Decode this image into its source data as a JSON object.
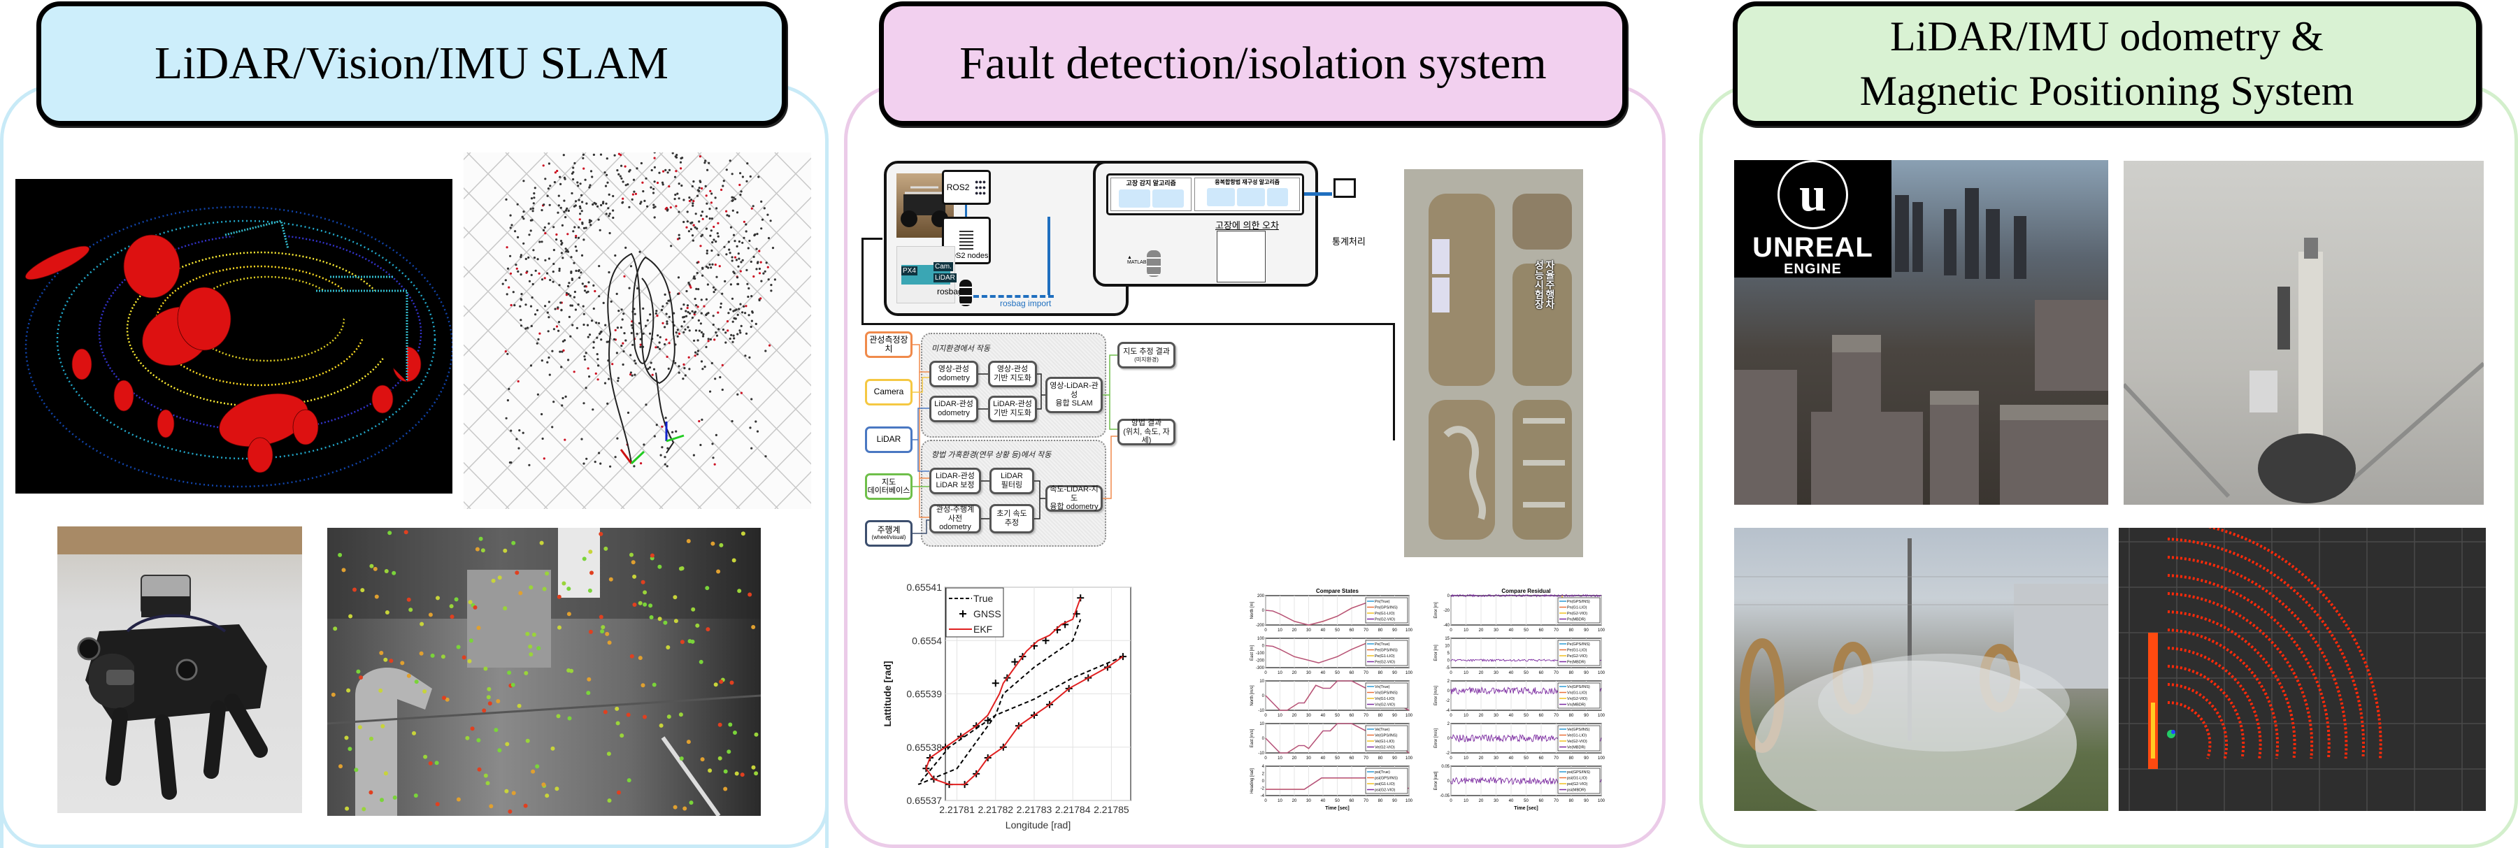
{
  "columns": [
    {
      "id": "slam",
      "title": "LiDAR/Vision/IMU SLAM",
      "header_color": "#cdeefb",
      "border_color": "#c8eaf7",
      "images": [
        {
          "name": "lidar-point-cloud-ellipsoids",
          "description": "LiDAR point cloud with red ellipsoid features"
        },
        {
          "name": "visual-slam-trajectory-map",
          "description": "Sparse feature map with camera trajectory"
        },
        {
          "name": "quadruped-robot-with-lidar",
          "description": "Quadruped robot carrying LiDAR and cameras"
        },
        {
          "name": "visual-feature-tracking",
          "description": "Industrial scene with tracked visual features"
        }
      ]
    },
    {
      "id": "fdi",
      "title": "Fault detection/isolation system",
      "header_color": "#f2d0ef",
      "border_color": "#ebcbe8",
      "pipeline": {
        "ros2_label": "ROS2",
        "ros2_nodes_label": "ROS2 nodes",
        "px4_label": "PX4",
        "cam_label": "Cam.",
        "lidar_label": "LiDAR",
        "rosbag_label": "rosbag",
        "rosbag_import_label": "rosbag import",
        "matlab_label": "MATLAB",
        "fault_detect_title": "고장 감지 알고리즘",
        "fault_detect_items": [
          "",
          ""
        ],
        "reconfig_title": "융복합항법 재구성 알고리즘",
        "reconfig_items": [
          "",
          "",
          ""
        ],
        "fault_error_label": "고장에 의한 오차",
        "stats_label": "통계처리"
      },
      "flowchart": {
        "inputs": [
          {
            "label": "관성측정장치",
            "sub": "",
            "color": "#f08a4b"
          },
          {
            "label": "Camera",
            "sub": "",
            "color": "#f5c842"
          },
          {
            "label": "LiDAR",
            "sub": "",
            "color": "#4a78c2"
          },
          {
            "label": "지도\n데이터베이스",
            "sub": "",
            "color": "#6fbf4a"
          },
          {
            "label": "주행계",
            "sub": "(wheel/visual)",
            "color": "#3d4f6e"
          }
        ],
        "region_known": "미지환경에서 작동",
        "region_degraded": "항법 가혹환경(연무 상황 등)에서 작동",
        "nodes": {
          "vio": "영상-관성\nodometry",
          "vio_map": "영상-관성\n기반 지도화",
          "lio": "LiDAR-관성\nodometry",
          "lio_map": "LiDAR-관성\n기반 지도화",
          "fusion_slam": "영상-LiDAR-관성\n융합 SLAM",
          "lidar_correct": "LiDAR-관성\nLiDAR 보정",
          "lidar_filter": "LiDAR\n필터링",
          "odo_prior": "관성-주행계\n사전 odometry",
          "init_vel": "초기 속도\n추정",
          "fusion_odo": "속도-LiDAR-지도\n융합 odometry"
        },
        "outputs": [
          {
            "label": "지도 추정 결과",
            "sub": "(미지환경)"
          },
          {
            "label": "항법 결과\n(위치, 속도, 자세)",
            "sub": ""
          }
        ]
      },
      "map_overlay_text": "자율주행차\n성능시험장"
    },
    {
      "id": "odometry",
      "title": "LiDAR/IMU odometry &\nMagnetic Positioning System",
      "header_color": "#d9f2d3",
      "border_color": "#d3efcc",
      "unreal_logo": {
        "word1": "UNREAL",
        "word2": "ENGINE"
      },
      "images": [
        {
          "name": "unreal-city-simulation",
          "description": "Unreal Engine city simulation"
        },
        {
          "name": "robot-in-fog",
          "description": "Mobile robot in dense fog"
        },
        {
          "name": "smoke-test-field",
          "description": "Outdoor smoke test field with rings"
        },
        {
          "name": "lidar-scan-red",
          "description": "LiDAR scan in smoke (top view)"
        }
      ]
    }
  ],
  "chart_data": [
    {
      "type": "line",
      "title": "",
      "xlabel": "Longitude [rad]",
      "ylabel": "Lattitude [rad]",
      "xlim": [
        2.217807,
        2.217855
      ],
      "ylim": [
        0.65537,
        0.65541
      ],
      "xticks": [
        "2.21781",
        "2.21782",
        "2.21783",
        "2.21784",
        "2.21785"
      ],
      "xtick_values": [
        2.21781,
        2.21782,
        2.21783,
        2.21784,
        2.21785
      ],
      "yticks": [
        "0.65537",
        "0.65538",
        "0.65539",
        "0.6554",
        "0.65541"
      ],
      "ytick_values": [
        0.65537,
        0.65538,
        0.65539,
        0.6554,
        0.65541
      ],
      "grid": true,
      "legend_position": "top-left",
      "series": [
        {
          "name": "True",
          "style": "dashed",
          "color": "#000000",
          "x": [
            2.217853,
            2.21784,
            2.21783,
            2.21782,
            2.21781,
            2.2178,
            2.217808,
            2.217812,
            2.21782,
            2.217822,
            2.21783,
            2.21784,
            2.217842
          ],
          "y": [
            0.655397,
            0.655393,
            0.655389,
            0.655386,
            0.655376,
            0.655373,
            0.65538,
            0.655382,
            0.655386,
            0.65539,
            0.655395,
            0.6554,
            0.655404
          ]
        },
        {
          "name": "GNSS",
          "style": "markers",
          "color": "#000000",
          "x": [
            2.217853,
            2.217849,
            2.217844,
            2.217839,
            2.217834,
            2.21783,
            2.217826,
            2.217822,
            2.217818,
            2.217815,
            2.217812,
            2.217808,
            2.217804,
            2.217802,
            2.217803,
            2.217807,
            2.217811,
            2.217815,
            2.217818,
            2.21782,
            2.217823,
            2.217825,
            2.217827,
            2.21783,
            2.217833,
            2.217836,
            2.217838,
            2.217841,
            2.217842
          ],
          "y": [
            0.655397,
            0.655395,
            0.655393,
            0.655391,
            0.655388,
            0.655386,
            0.655384,
            0.65538,
            0.655378,
            0.655375,
            0.655373,
            0.655373,
            0.655374,
            0.655376,
            0.655378,
            0.65538,
            0.655382,
            0.655384,
            0.655385,
            0.655392,
            0.655393,
            0.655396,
            0.655397,
            0.655399,
            0.6554,
            0.655402,
            0.655403,
            0.655405,
            0.655408
          ]
        },
        {
          "name": "EKF",
          "style": "solid",
          "color": "#e02020",
          "x": [
            2.217853,
            2.217849,
            2.217844,
            2.217839,
            2.217834,
            2.21783,
            2.217826,
            2.217822,
            2.217818,
            2.217815,
            2.217812,
            2.217808,
            2.217804,
            2.217802,
            2.217803,
            2.217807,
            2.217811,
            2.217815,
            2.217818,
            2.217821,
            2.217822,
            2.217824,
            2.217826,
            2.217828,
            2.217831,
            2.217834,
            2.217837,
            2.21784,
            2.217842
          ],
          "y": [
            0.655397,
            0.655395,
            0.655393,
            0.655391,
            0.655388,
            0.655386,
            0.655384,
            0.65538,
            0.655378,
            0.655375,
            0.655373,
            0.655373,
            0.655374,
            0.655376,
            0.655378,
            0.65538,
            0.655382,
            0.655384,
            0.655386,
            0.65539,
            0.655392,
            0.655394,
            0.655396,
            0.655398,
            0.6554,
            0.655401,
            0.655403,
            0.655404,
            0.655408
          ]
        }
      ]
    },
    {
      "type": "line",
      "title": "Compare States",
      "xlabel": "Time [sec]",
      "xlim": [
        0,
        100
      ],
      "xticks": [
        "0",
        "10",
        "20",
        "30",
        "40",
        "50",
        "60",
        "70",
        "80",
        "90",
        "100"
      ],
      "subplots": [
        {
          "ylabel": "North [m]",
          "ylim": [
            -200,
            200
          ],
          "yticks": [
            "-200",
            "0",
            "200"
          ],
          "legend": [
            "Pn(True)",
            "Pn(GPS/INS)",
            "Pn(G1-LIO)",
            "Pn(G2-VIO)"
          ],
          "x": [
            0,
            5,
            10,
            20,
            30,
            40,
            50,
            60,
            70,
            80
          ],
          "y": [
            0,
            -10,
            -50,
            -150,
            -200,
            -150,
            -80,
            30,
            100,
            130
          ]
        },
        {
          "ylabel": "East [m]",
          "ylim": [
            -300,
            100
          ],
          "yticks": [
            "-300",
            "-200",
            "-100",
            "0",
            "100"
          ],
          "legend": [
            "Pe(True)",
            "Pe(GPS/INS)",
            "Pe(G1-LIO)",
            "Pe(G2-VIO)"
          ],
          "x": [
            0,
            5,
            10,
            20,
            30,
            37,
            50,
            60,
            70,
            80
          ],
          "y": [
            0,
            -10,
            -50,
            -150,
            -200,
            -235,
            -150,
            -50,
            30,
            60
          ]
        },
        {
          "ylabel": "North [m/s]",
          "ylim": [
            -10,
            10
          ],
          "yticks": [
            "-10",
            "0",
            "10"
          ],
          "legend": [
            "Vn(True)",
            "Vn(GPS/INS)",
            "Vn(G1-LIO)",
            "Vn(G2-VIO)"
          ],
          "x": [
            0,
            10,
            15,
            23,
            27,
            35,
            40,
            45,
            50,
            60,
            70,
            75,
            80,
            90,
            100
          ],
          "y": [
            0,
            -10,
            -10,
            -5,
            -5,
            7,
            5,
            5,
            10,
            10,
            5,
            5,
            0,
            -5,
            -10
          ]
        },
        {
          "ylabel": "East [m/s]",
          "ylim": [
            -10,
            10
          ],
          "yticks": [
            "-10",
            "0",
            "10"
          ],
          "legend": [
            "Ve(True)",
            "Ve(GPS/INS)",
            "Ve(G1-LIO)",
            "Ve(G2-VIO)"
          ],
          "x": [
            0,
            10,
            15,
            23,
            27,
            30,
            40,
            45,
            50,
            60,
            70,
            75,
            80,
            90,
            100
          ],
          "y": [
            0,
            -10,
            -10,
            -5,
            -5,
            -7,
            5,
            5,
            10,
            10,
            5,
            5,
            7,
            -2,
            -10
          ]
        },
        {
          "ylabel": "Heading [rad]",
          "ylim": [
            -4,
            4
          ],
          "yticks": [
            "-4",
            "-2",
            "0",
            "2",
            "4"
          ],
          "legend": [
            "psi(True)",
            "psi(GPS/INS)",
            "psi(G1-LIO)",
            "psi(G2-VIO)"
          ],
          "x": [
            0,
            27,
            39,
            75,
            80,
            82,
            85,
            100
          ],
          "y": [
            -2.3,
            -2.3,
            0.8,
            0.8,
            2,
            -3,
            -2,
            -2
          ]
        }
      ]
    },
    {
      "type": "line",
      "title": "Compare Residual",
      "xlabel": "Time [sec]",
      "xlim": [
        0,
        100
      ],
      "xticks": [
        "0",
        "10",
        "20",
        "30",
        "40",
        "50",
        "60",
        "70",
        "80",
        "90",
        "100"
      ],
      "subplots": [
        {
          "ylabel": "Error [m]",
          "ylim": [
            -40,
            0
          ],
          "yticks": [
            "-40",
            "-20",
            "0"
          ],
          "legend": [
            "Pn(GPS/INS)",
            "Pn(G1-LIO)",
            "Pn(G2-VIO)",
            "Pn(MBDR)"
          ]
        },
        {
          "ylabel": "Error [m]",
          "ylim": [
            -5,
            15
          ],
          "yticks": [
            "-5",
            "0",
            "5",
            "10",
            "15"
          ],
          "legend": [
            "Pe(GPS/INS)",
            "Pe(G1-LIO)",
            "Pe(G2-VIO)",
            "Pe(MBDR)"
          ]
        },
        {
          "ylabel": "Error [m/s]",
          "ylim": [
            -4,
            2
          ],
          "yticks": [
            "-4",
            "-2",
            "0",
            "2"
          ],
          "legend": [
            "Vn(GPS/INS)",
            "Vn(G1-LIO)",
            "Vn(G2-VIO)",
            "Vn(MBDR)"
          ]
        },
        {
          "ylabel": "Error [m/s]",
          "ylim": [
            -2,
            2
          ],
          "yticks": [
            "-2",
            "0",
            "2"
          ],
          "legend": [
            "Ve(GPS/INS)",
            "Ve(G1-LIO)",
            "Ve(G2-VIO)",
            "Ve(MBDR)"
          ]
        },
        {
          "ylabel": "Error [rad]",
          "ylim": [
            -0.05,
            0.05
          ],
          "yticks": [
            "-0.05",
            "0",
            "0.05"
          ],
          "legend": [
            "psi(GPS/INS)",
            "psi(G1-LIO)",
            "psi(G2-VIO)",
            "psi(MBDR)"
          ]
        }
      ]
    }
  ]
}
